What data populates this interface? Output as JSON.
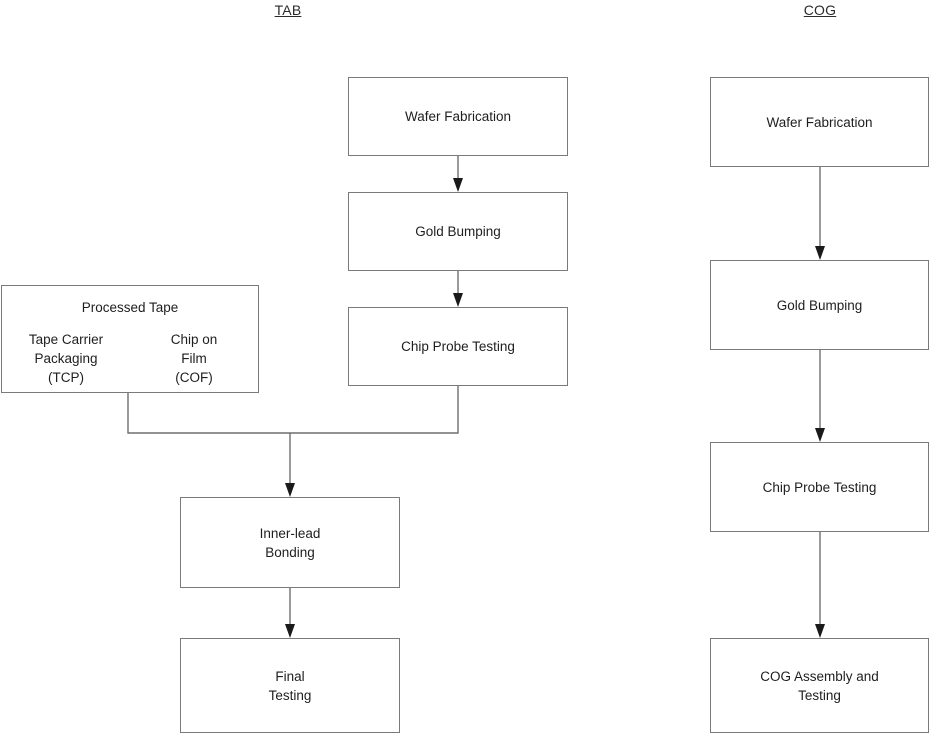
{
  "diagram": {
    "type": "flowchart",
    "background_color": "#ffffff",
    "box_border_color": "#7a7a7a",
    "edge_color": "#6e6e6e",
    "arrowhead_color": "#1a1a1a",
    "columns": [
      {
        "id": "tab",
        "title": "TAB",
        "title_underlined": true
      },
      {
        "id": "cog",
        "title": "COG",
        "title_underlined": true
      }
    ]
  },
  "tab_flow": {
    "wafer_fabrication": "Wafer Fabrication",
    "gold_bumping": "Gold Bumping",
    "chip_probe_testing": "Chip Probe Testing",
    "processed_tape": {
      "header": "Processed Tape",
      "left_option": "Tape Carrier\nPackaging\n(TCP)",
      "right_option": "Chip on\nFilm\n(COF)"
    },
    "inner_lead_bonding": "Inner-lead\nBonding",
    "final_testing": "Final\nTesting"
  },
  "cog_flow": {
    "wafer_fabrication": "Wafer Fabrication",
    "gold_bumping": "Gold Bumping",
    "chip_probe_testing": "Chip Probe Testing",
    "cog_assembly_and_testing": "COG Assembly and\nTesting"
  }
}
